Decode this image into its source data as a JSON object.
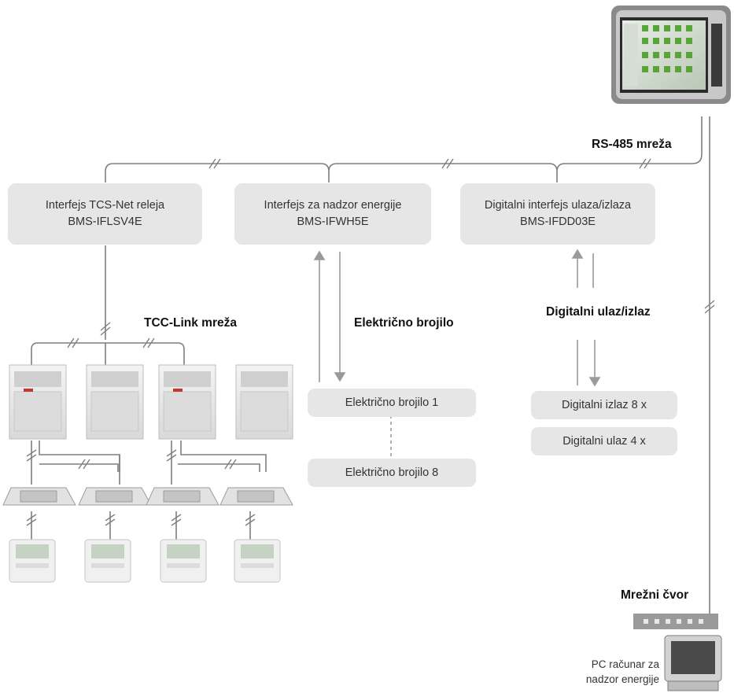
{
  "networks": {
    "rs485": "RS-485 mreža",
    "tcc_link": "TCC-Link mreža",
    "network_node": "Mrežni čvor"
  },
  "interfaces": [
    {
      "title": "Interfejs TCS-Net releja",
      "model": "BMS-IFLSV4E"
    },
    {
      "title": "Interfejs za nadzor energije",
      "model": "BMS-IFWH5E"
    },
    {
      "title": "Digitalni interfejs ulaza/izlaza",
      "model": "BMS-IFDD03E"
    }
  ],
  "connection_labels": {
    "energy_meter": "Električno brojilo",
    "digital_io": "Digitalni ulaz/izlaz"
  },
  "meters": [
    "Električno brojilo 1",
    "Električno brojilo 8"
  ],
  "digital_io": [
    "Digitalni izlaz 8 x",
    "Digitalni ulaz 4 x"
  ],
  "pc": {
    "line1": "PC računar za",
    "line2": "nadzor energije"
  }
}
